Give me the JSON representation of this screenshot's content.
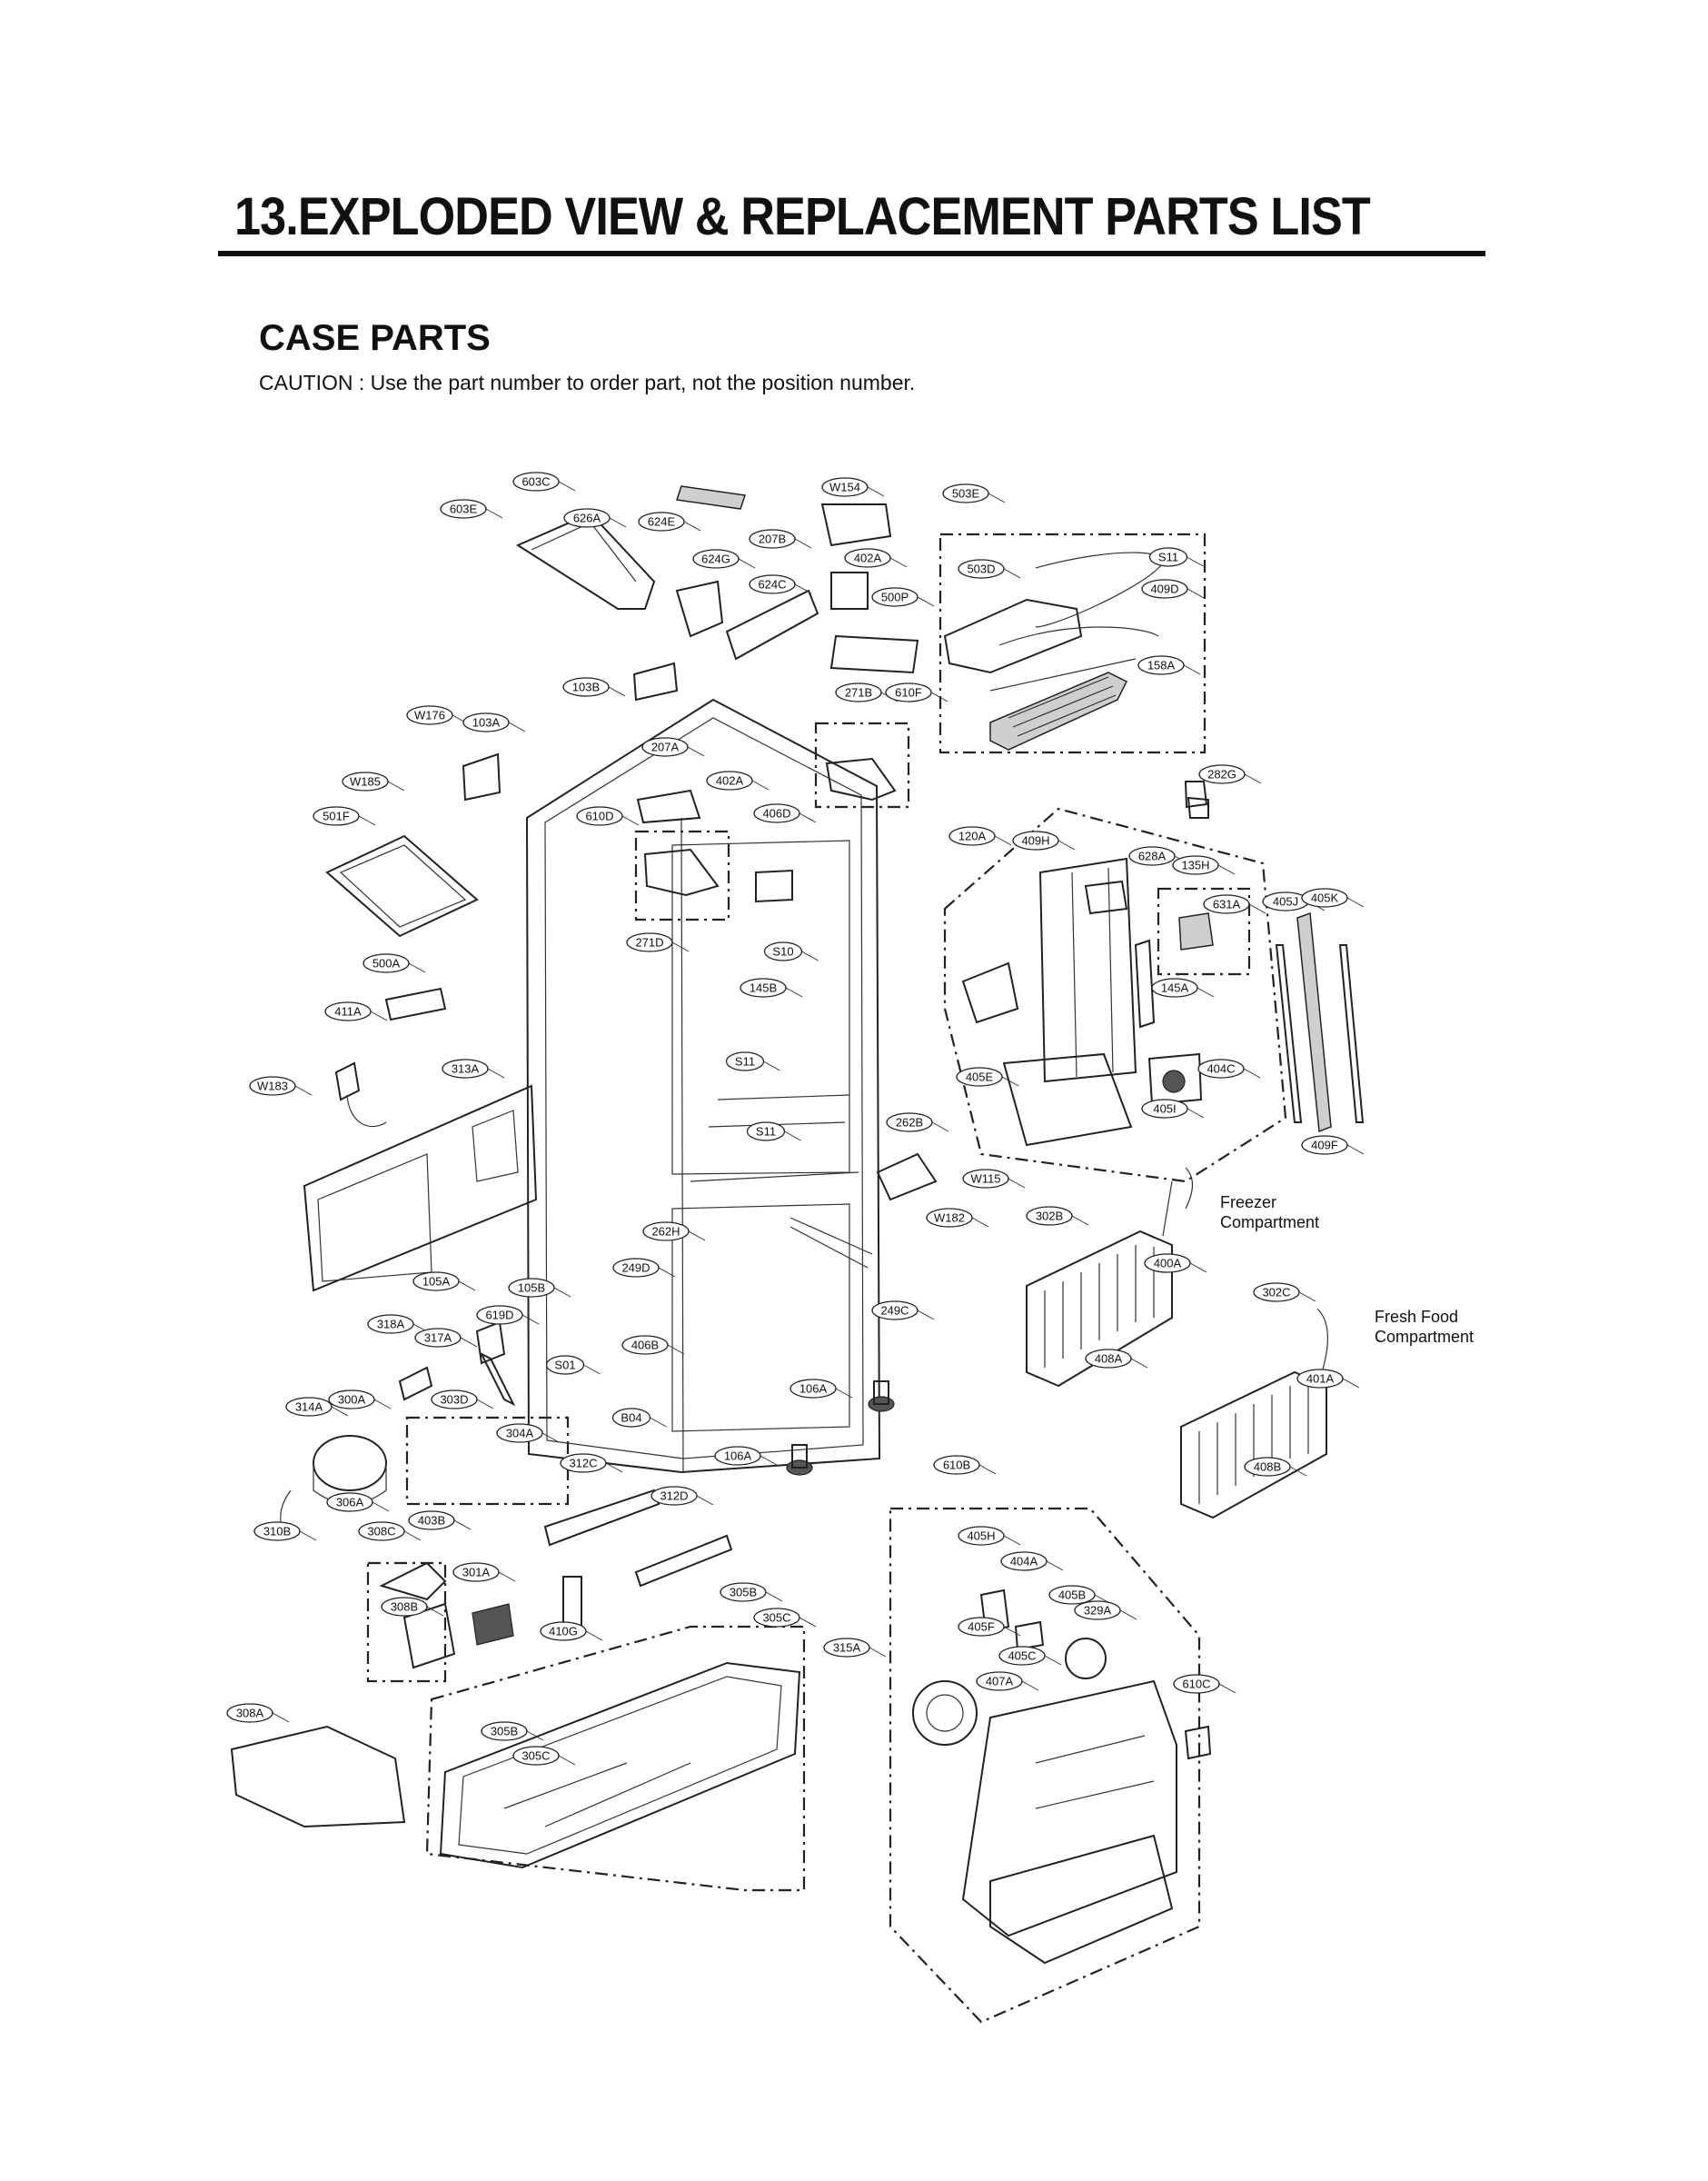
{
  "page": {
    "title": "13.EXPLODED VIEW & REPLACEMENT PARTS LIST",
    "section": "CASE PARTS",
    "caution": "CAUTION : Use the part number to order part, not the position number."
  },
  "notes": {
    "freezer_line1": "Freezer",
    "freezer_line2": "Compartment",
    "freshfood_line1": "Fresh Food",
    "freshfood_line2": "Compartment"
  },
  "part_labels": [
    "603C",
    "603E",
    "626A",
    "624E",
    "W154",
    "503E",
    "207B",
    "402A",
    "624G",
    "624C",
    "500P",
    "503D",
    "S11",
    "409D",
    "158A",
    "610F",
    "271B",
    "103B",
    "W176",
    "103A",
    "207A",
    "402A",
    "282G",
    "W185",
    "610D",
    "406D",
    "120A",
    "409H",
    "628A",
    "135H",
    "501F",
    "631A",
    "405J",
    "405K",
    "271D",
    "S10",
    "145B",
    "145A",
    "500A",
    "411A",
    "405E",
    "404C",
    "313A",
    "W183",
    "S11",
    "S11",
    "405I",
    "262B",
    "409F",
    "W115",
    "W182",
    "302B",
    "262H",
    "249D",
    "400A",
    "105A",
    "105B",
    "302C",
    "318A",
    "619D",
    "317A",
    "249C",
    "406B",
    "S01",
    "106A",
    "408A",
    "401A",
    "314A",
    "300A",
    "303D",
    "B04",
    "304A",
    "312C",
    "106A",
    "610B",
    "408B",
    "306A",
    "312D",
    "310B",
    "308C",
    "403B",
    "405H",
    "301A",
    "404A",
    "305B",
    "305C",
    "405B",
    "308B",
    "329A",
    "405F",
    "410G",
    "315A",
    "405C",
    "407A",
    "610C",
    "308A",
    "305B",
    "305C"
  ]
}
